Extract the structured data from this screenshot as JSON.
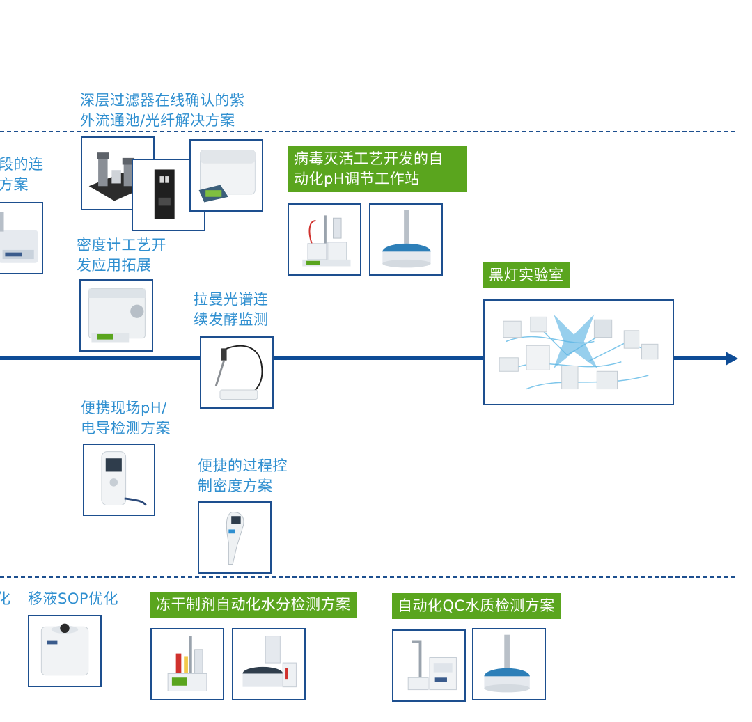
{
  "labels": {
    "depth_filter_line1": "深层过滤器在线确认的紫",
    "depth_filter_line2": "外流通池/光纤解决方案",
    "cut_left_line1": "段的连",
    "cut_left_line2": "方案",
    "density_dev_line1": "密度计工艺开",
    "density_dev_line2": "发应用拓展",
    "raman_line1": "拉曼光谱连",
    "raman_line2": "续发酵监测",
    "portable_ph_line1": "便携现场pH/",
    "portable_ph_line2": "电导检测方案",
    "process_density_line1": "便捷的过程控",
    "process_density_line2": "制密度方案",
    "pipette_sop": "移液SOP优化",
    "cut_bottom_left": "化"
  },
  "green_labels": {
    "virus_line1": "病毒灭活工艺开发的自",
    "virus_line2": "动化pH调节工作站",
    "dark_lab": "黑灯实验室",
    "freeze_dry": "冻干制剂自动化水分检测方案",
    "qc_water": "自动化QC水质检测方案"
  },
  "colors": {
    "label_blue": "#2f8fd0",
    "green": "#5aa51e",
    "navy": "#1d4f8f",
    "timeline": "#0e4c96"
  }
}
